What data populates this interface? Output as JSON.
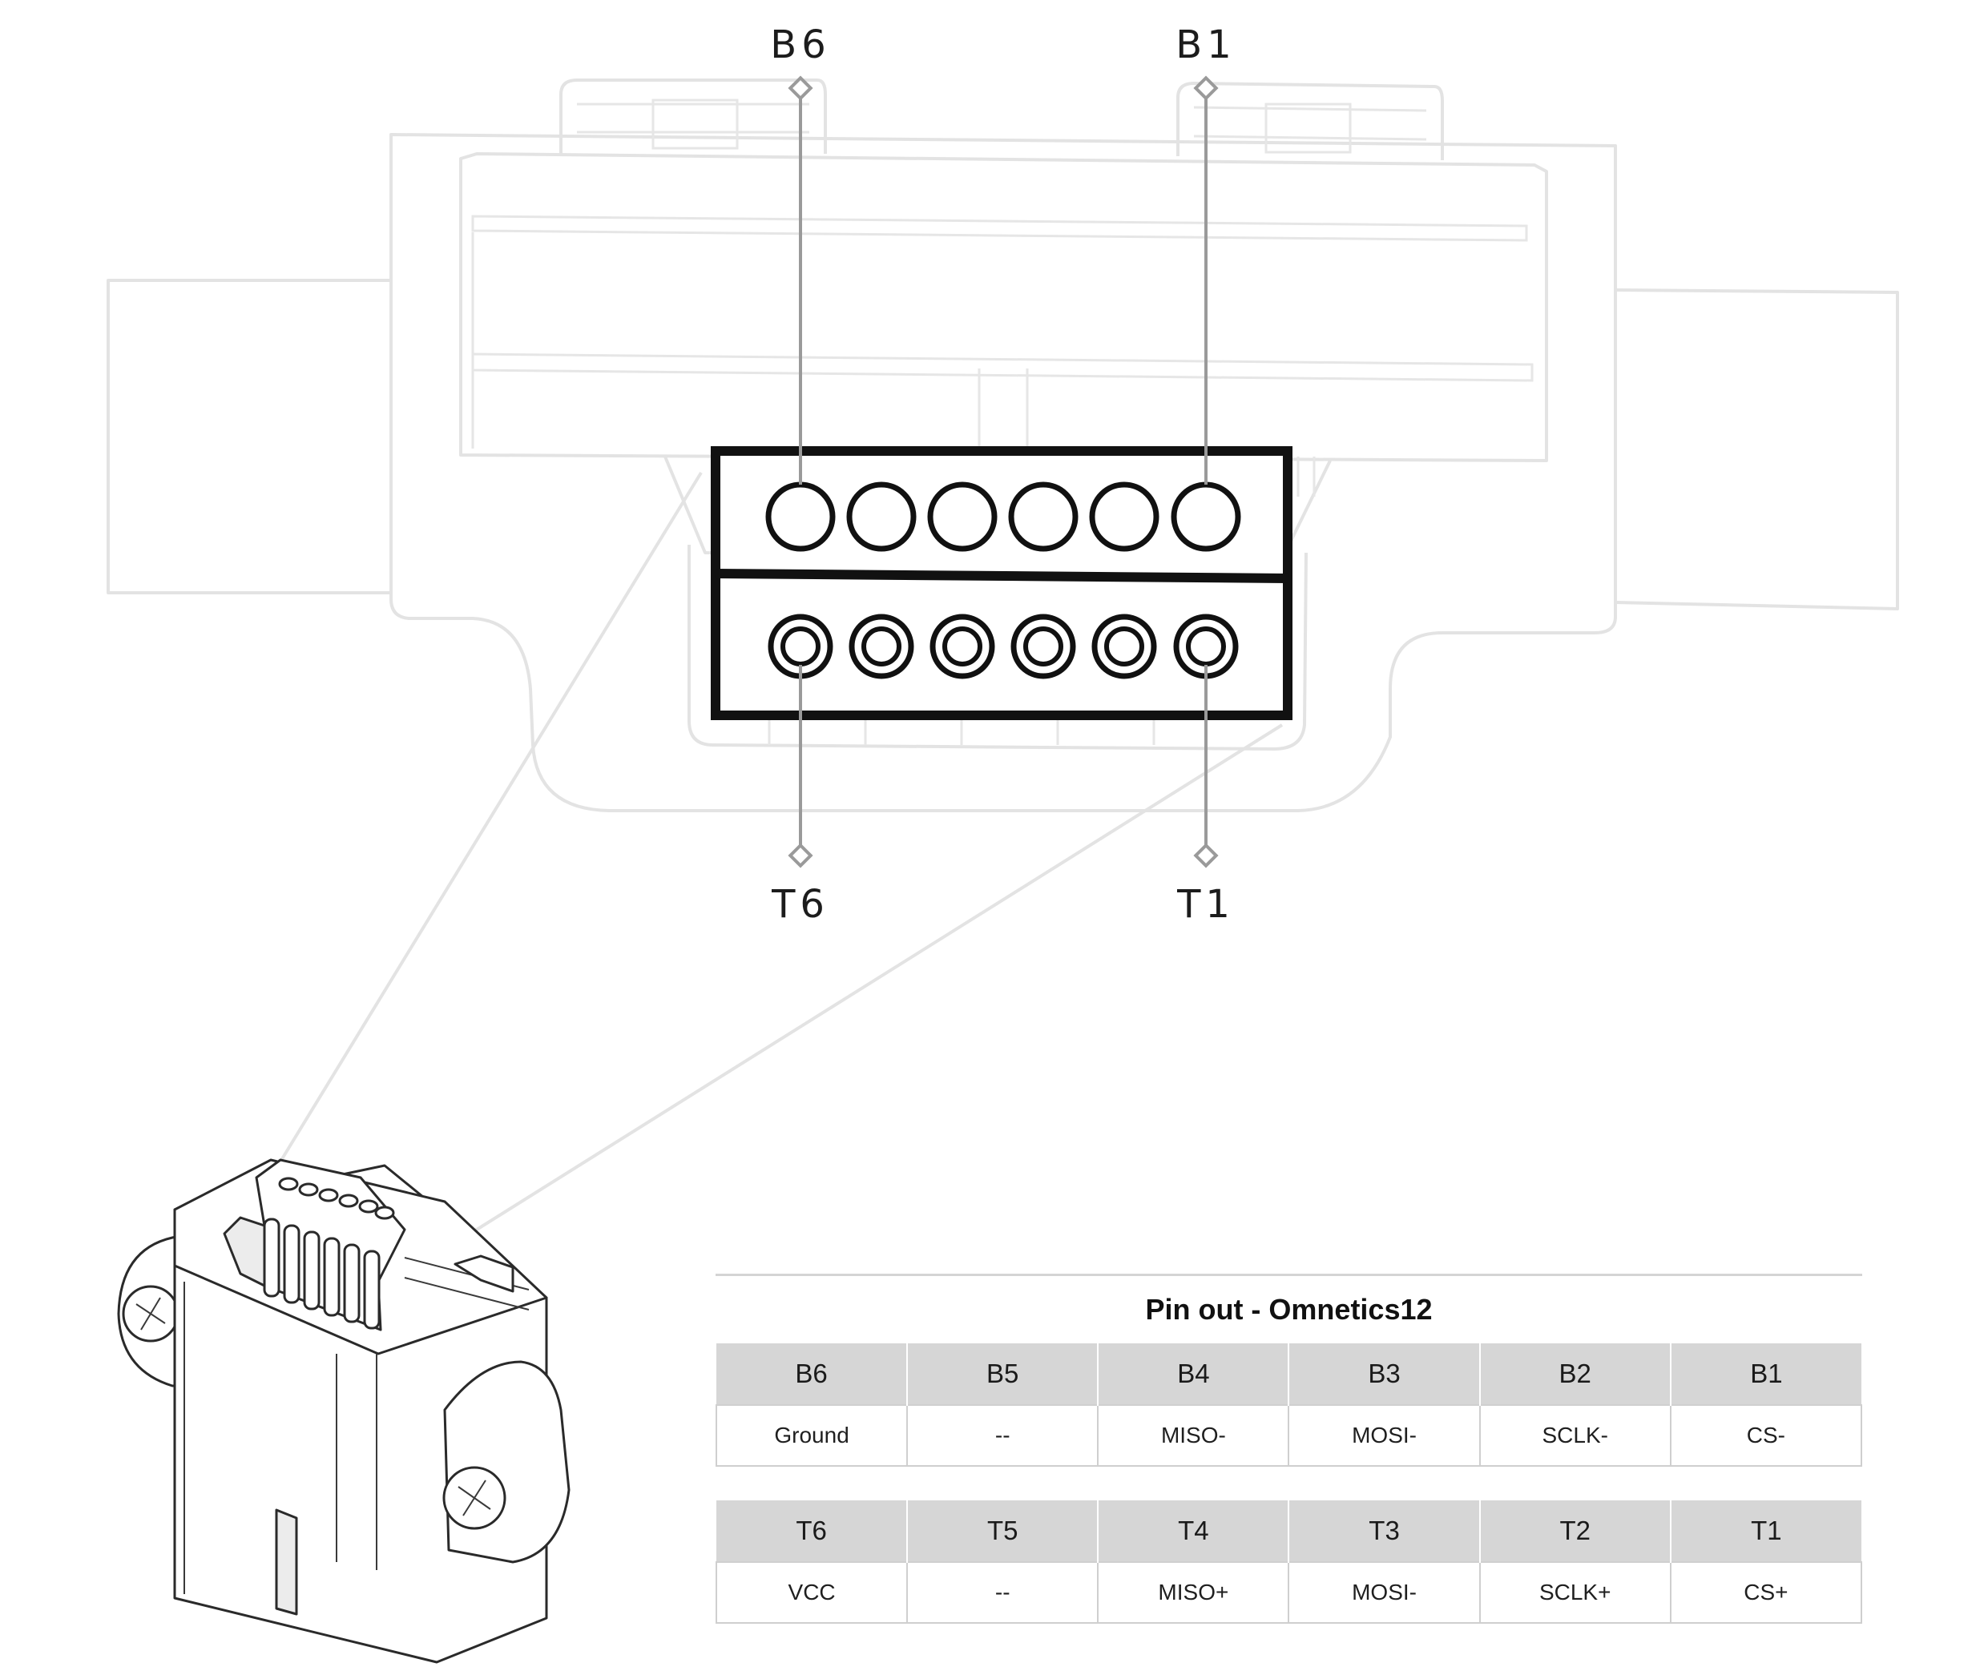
{
  "callouts": {
    "b6": "B6",
    "b1": "B1",
    "t6": "T6",
    "t1": "T1"
  },
  "pinout": {
    "title": "Pin out - Omnetics12",
    "bottom_row": {
      "headers": [
        "B6",
        "B5",
        "B4",
        "B3",
        "B2",
        "B1"
      ],
      "signals": [
        "Ground",
        "--",
        "MISO-",
        "MOSI-",
        "SCLK-",
        "CS-"
      ]
    },
    "top_row": {
      "headers": [
        "T6",
        "T5",
        "T4",
        "T3",
        "T2",
        "T1"
      ],
      "signals": [
        "VCC",
        "--",
        "MISO+",
        "MOSI-",
        "SCLK+",
        "CS+"
      ]
    }
  },
  "colors": {
    "outline": "#e3e3e3",
    "connector_frame": "#111111",
    "leader": "#9a9a9a",
    "header_fill": "#d6d6d6"
  }
}
